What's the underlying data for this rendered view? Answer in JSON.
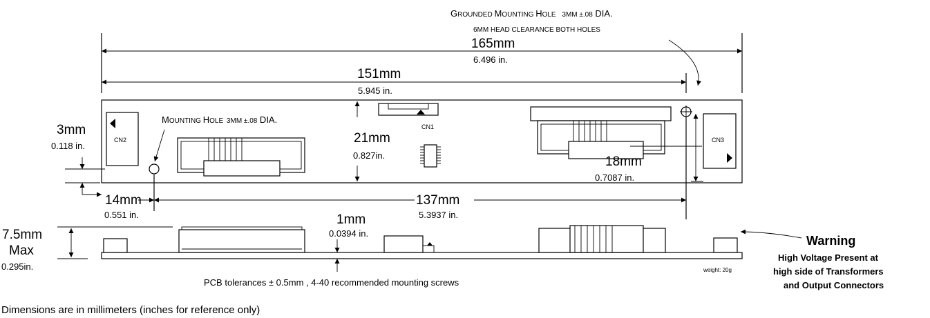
{
  "notes": {
    "grounded_hole_sc1": "G",
    "grounded_hole_sc2": "ROUNDED ",
    "grounded_hole_sc3": "M",
    "grounded_hole_sc4": "OUNTING ",
    "grounded_hole_sc5": "H",
    "grounded_hole_sc6": "OLE ",
    "grounded_hole_spec": "3MM ±.08",
    "grounded_hole_dia": " DIA.",
    "head_clearance": "6MM HEAD CLEARANCE BOTH HOLES",
    "mounting_hole_sc1": "M",
    "mounting_hole_sc2": "OUNTING ",
    "mounting_hole_sc3": "H",
    "mounting_hole_sc4": "OLE ",
    "mounting_hole_spec": "3MM ±.08",
    "mounting_hole_dia": "  DIA.",
    "tolerances": "PCB tolerances ± 0.5mm , 4-40 recommended mounting screws",
    "units": "Dimensions are in millimeters (inches for reference only)",
    "weight": "weight: 20g"
  },
  "dimensions": {
    "d165_mm": "165mm",
    "d165_in": "6.496 in.",
    "d151_mm": "151mm",
    "d151_in": "5.945 in.",
    "d21_mm": "21mm",
    "d21_in": "0.827in.",
    "d3_mm": "3mm",
    "d3_in": "0.118 in.",
    "d18_mm": "18mm",
    "d18_in": "0.7087 in.",
    "d14_mm": "14mm",
    "d14_in": "0.551 in.",
    "d137_mm": "137mm",
    "d137_in": "5.3937 in.",
    "d1_mm": "1mm",
    "d1_in": "0.0394 in.",
    "d75_mm": "7.5mm",
    "d75_max": "Max",
    "d75_in": "0.295in."
  },
  "connectors": {
    "cn1": "CN1",
    "cn2": "CN2",
    "cn3": "CN3"
  },
  "warning": {
    "title": "Warning",
    "line1": "High Voltage Present at",
    "line2": "high side of Transformers",
    "line3": "and Output Connectors"
  }
}
